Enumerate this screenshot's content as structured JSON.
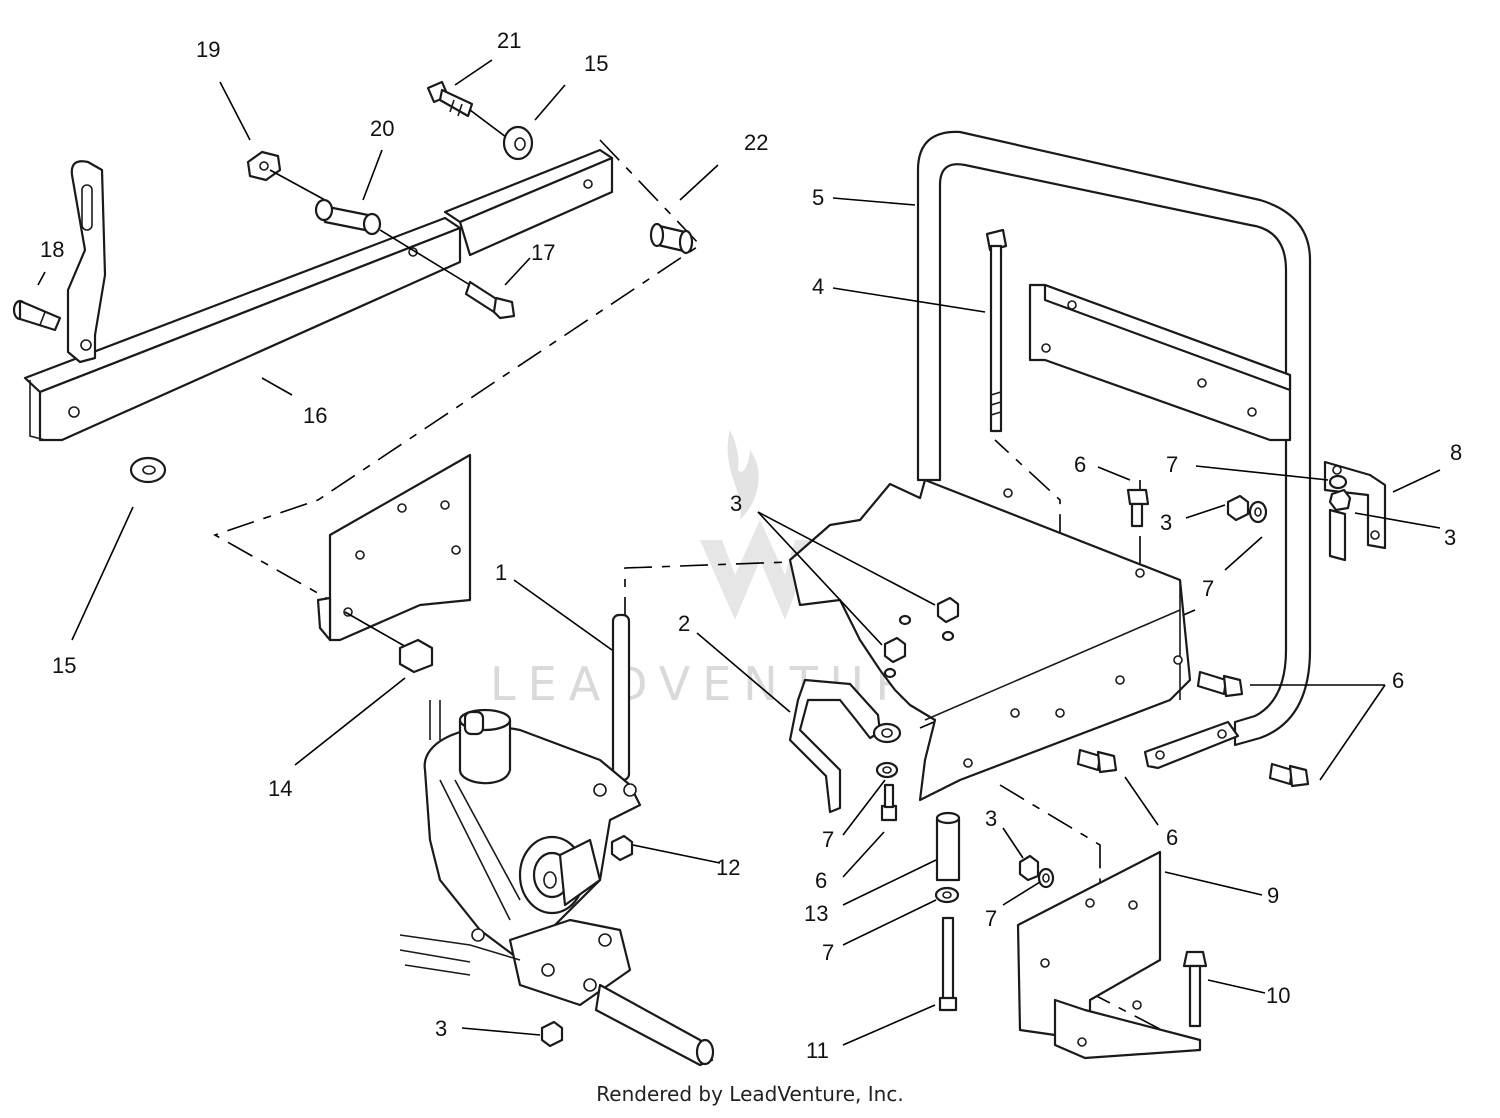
{
  "watermark": "LEADVENTURE",
  "footer": "Rendered by LeadVenture, Inc.",
  "callouts": [
    {
      "id": "c19",
      "text": "19"
    },
    {
      "id": "c21",
      "text": "21"
    },
    {
      "id": "c15a",
      "text": "15"
    },
    {
      "id": "c20",
      "text": "20"
    },
    {
      "id": "c22",
      "text": "22"
    },
    {
      "id": "c18",
      "text": "18"
    },
    {
      "id": "c17",
      "text": "17"
    },
    {
      "id": "c16",
      "text": "16"
    },
    {
      "id": "c15b",
      "text": "15"
    },
    {
      "id": "c5",
      "text": "5"
    },
    {
      "id": "c4",
      "text": "4"
    },
    {
      "id": "c8",
      "text": "8"
    },
    {
      "id": "c6a",
      "text": "6"
    },
    {
      "id": "c7a",
      "text": "7"
    },
    {
      "id": "c3a",
      "text": "3"
    },
    {
      "id": "c3b",
      "text": "3"
    },
    {
      "id": "c7b",
      "text": "7"
    },
    {
      "id": "c3c",
      "text": "3"
    },
    {
      "id": "c1",
      "text": "1"
    },
    {
      "id": "c2",
      "text": "2"
    },
    {
      "id": "c6b",
      "text": "6"
    },
    {
      "id": "c14",
      "text": "14"
    },
    {
      "id": "c12",
      "text": "12"
    },
    {
      "id": "c7c",
      "text": "7"
    },
    {
      "id": "c6c",
      "text": "6"
    },
    {
      "id": "c13",
      "text": "13"
    },
    {
      "id": "c7d",
      "text": "7"
    },
    {
      "id": "c3d",
      "text": "3"
    },
    {
      "id": "c6d",
      "text": "6"
    },
    {
      "id": "c7e",
      "text": "7"
    },
    {
      "id": "c9",
      "text": "9"
    },
    {
      "id": "c10",
      "text": "10"
    },
    {
      "id": "c11",
      "text": "11"
    },
    {
      "id": "c3e",
      "text": "3"
    }
  ]
}
